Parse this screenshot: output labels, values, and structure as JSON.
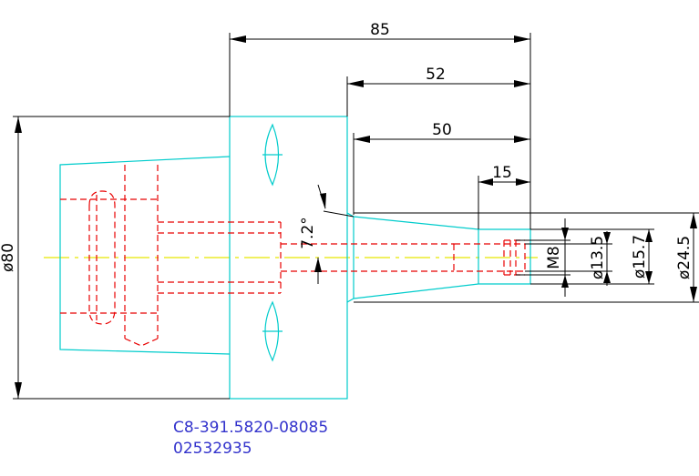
{
  "dimensions": {
    "overall_length": "85",
    "taper_to_face": "52",
    "taper_length": "50",
    "tip_length": "15",
    "outer_diameter": "ø80",
    "taper_angle": "7.2°",
    "thread": "M8",
    "bore_diameter_1": "ø13.5",
    "bore_diameter_2": "ø15.7",
    "nose_diameter": "ø24.5"
  },
  "part_label": {
    "line1": "C8-391.5820-08085",
    "line2": "02532935"
  },
  "colors": {
    "outline": "#00cccc",
    "hidden": "#e80000",
    "centerline": "#e6e600",
    "dimension": "#000000",
    "label": "#3333cc"
  }
}
